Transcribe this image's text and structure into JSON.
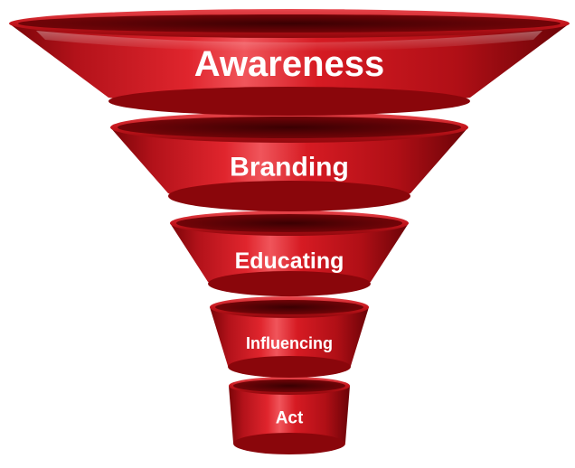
{
  "funnel": {
    "stages": [
      {
        "label": "Awareness"
      },
      {
        "label": "Branding"
      },
      {
        "label": "Educating"
      },
      {
        "label": "Influencing"
      },
      {
        "label": "Act"
      }
    ]
  },
  "colors": {
    "base": "#c0141b",
    "dark": "#6e0508",
    "light": "#f2555a",
    "rim": "#4a0003",
    "text": "#ffffff"
  }
}
